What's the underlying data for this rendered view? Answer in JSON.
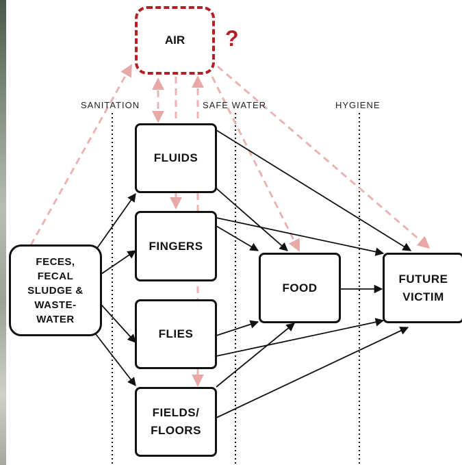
{
  "air": {
    "label": "AIR",
    "question": "?"
  },
  "columns": {
    "sanitation": "SANITATION",
    "safe_water": "SAFE WATER",
    "hygiene": "HYGIENE"
  },
  "nodes": {
    "feces": [
      "FECES,",
      "FECAL",
      "SLUDGE &",
      "WASTE-",
      "WATER"
    ],
    "fluids": [
      "FLUIDS"
    ],
    "fingers": [
      "FINGERS"
    ],
    "flies": [
      "FLIES"
    ],
    "fields": [
      "FIELDS/",
      "FLOORS"
    ],
    "food": [
      "FOOD"
    ],
    "victim": [
      "FUTURE",
      "VICTIM"
    ]
  },
  "colors": {
    "air_border": "#b31f24",
    "dashed_arrow": "#e8b4b4",
    "solid_arrow": "#111111"
  }
}
